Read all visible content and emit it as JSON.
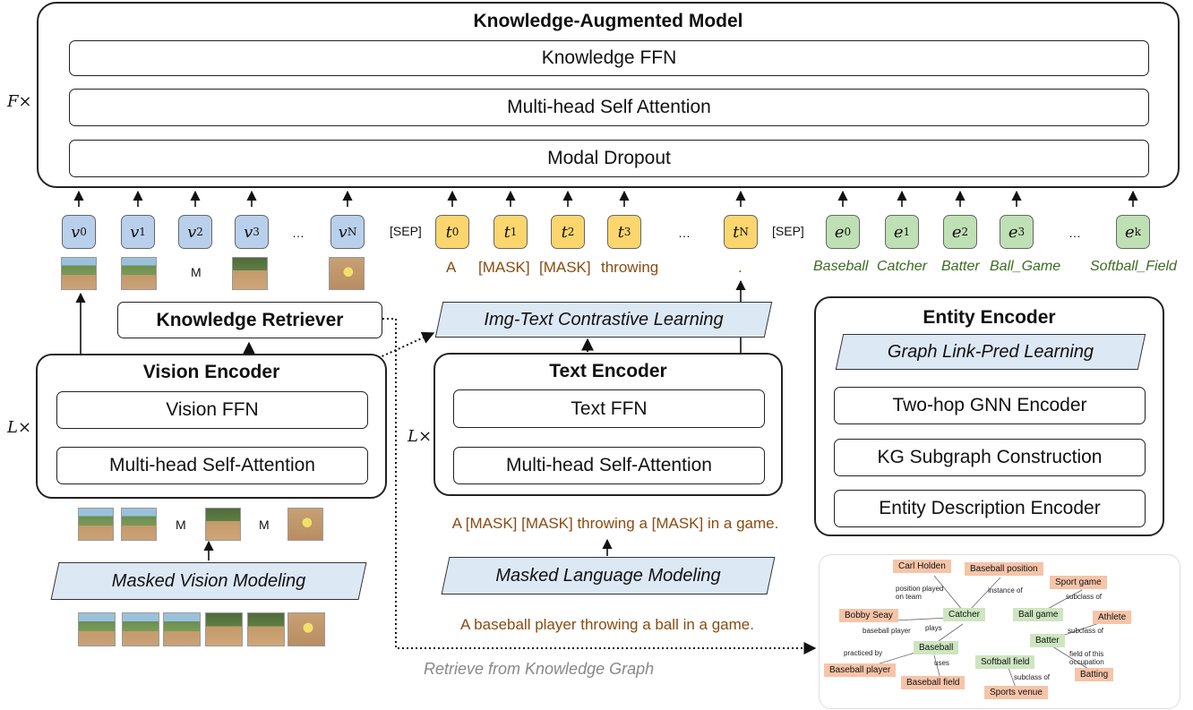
{
  "kam": {
    "title": "Knowledge-Augmented Model",
    "repeat": "F×",
    "layers": [
      "Knowledge FFN",
      "Multi-head Self Attention",
      "Modal Dropout"
    ]
  },
  "tokens": {
    "vision": [
      "v",
      "v",
      "v",
      "v",
      "v"
    ],
    "vision_subs": [
      "0",
      "1",
      "2",
      "3",
      "N"
    ],
    "text_subs": [
      "0",
      "1",
      "2",
      "3",
      "N"
    ],
    "entity_subs": [
      "0",
      "1",
      "2",
      "3",
      "k"
    ],
    "ellipsis": "…",
    "sep": "[SEP]",
    "mask_mark": "M"
  },
  "text_words": [
    "A",
    "[MASK]",
    "[MASK]",
    "throwing",
    "."
  ],
  "entity_names": [
    "Baseball",
    "Catcher",
    "Batter",
    "Ball_Game",
    "Softball_Field"
  ],
  "knowledge_retriever": "Knowledge Retriever",
  "contrastive": "Img-Text Contrastive Learning",
  "vision_encoder": {
    "title": "Vision Encoder",
    "repeat": "L×",
    "layers": [
      "Vision FFN",
      "Multi-head Self-Attention"
    ]
  },
  "text_encoder": {
    "title": "Text Encoder",
    "repeat": "L×",
    "layers": [
      "Text FFN",
      "Multi-head Self-Attention"
    ]
  },
  "entity_encoder": {
    "title": "Entity Encoder",
    "link_pred": "Graph Link-Pred Learning",
    "layers": [
      "Two-hop GNN Encoder",
      "KG Subgraph Construction",
      "Entity Description Encoder"
    ]
  },
  "mvm": "Masked Vision Modeling",
  "mlm": "Masked Language Modeling",
  "masked_sentence": "A [MASK] [MASK] throwing a [MASK] in a game.",
  "sentence": "A baseball player throwing a ball in a game.",
  "retrieve_caption": "Retrieve from Knowledge Graph",
  "kg": {
    "nodes": [
      "Carl Holden",
      "Baseball position",
      "Sport game",
      "Bobby Seay",
      "Catcher",
      "Ball game",
      "Athlete",
      "Baseball",
      "Batter",
      "Softball field",
      "Baseball player",
      "Baseball field",
      "Batting",
      "Sports venue"
    ],
    "edges": [
      "position played on team",
      "instance of",
      "subclass of",
      "baseball player",
      "plays",
      "subclass of",
      "practiced by",
      "uses",
      "field of this occupation",
      "subclass of"
    ]
  },
  "colors": {
    "vision": "#b9d0ec",
    "text": "#fbd66e",
    "entity": "#bfe0b4",
    "task": "#dde8f5"
  }
}
